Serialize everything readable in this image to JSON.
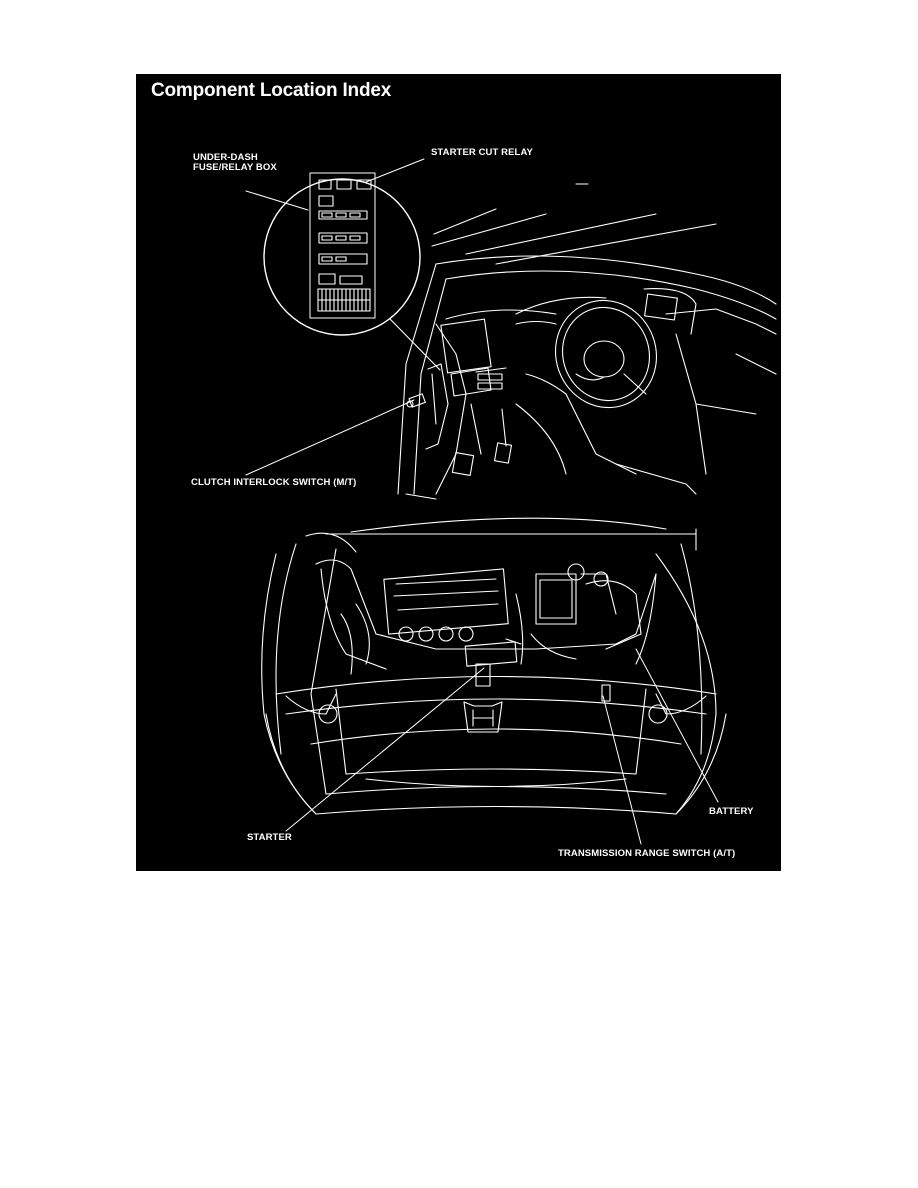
{
  "title": "Component Location Index",
  "labels": {
    "under_dash_line1": "UNDER-DASH",
    "under_dash_line2": "FUSE/RELAY BOX",
    "starter_cut_relay": "STARTER CUT RELAY",
    "clutch_interlock_switch": "CLUTCH INTERLOCK SWITCH (M/T)",
    "battery": "BATTERY",
    "starter": "STARTER",
    "transmission_range_switch": "TRANSMISSION RANGE SWITCH (A/T)"
  },
  "colors": {
    "background": "#000000",
    "ink": "#ffffff",
    "page": "#ffffff"
  }
}
